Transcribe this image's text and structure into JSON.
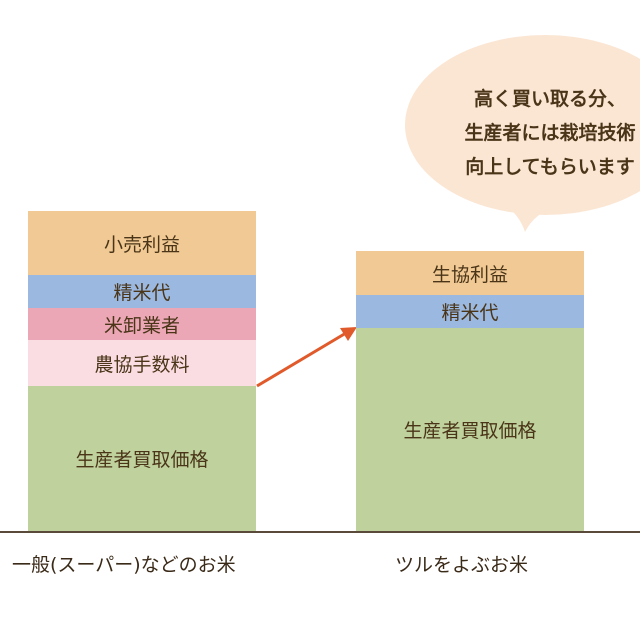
{
  "colors": {
    "retail": "#f0c994",
    "polishing": "#9ab8e0",
    "wholesaler": "#eca7b6",
    "ja_fee": "#fadde3",
    "producer": "#bfd19c",
    "arrow": "#e05a2b",
    "bubble": "#fbe6d4"
  },
  "bubble": {
    "lines": [
      "高く買い取る分、",
      "生産者には栽培技術",
      "向上してもらいます"
    ]
  },
  "left_bar": {
    "label": "一般(スーパー)などのお米",
    "segments": [
      "小売利益",
      "精米代",
      "米卸業者",
      "農協手数料",
      "生産者買取価格"
    ]
  },
  "right_bar": {
    "label": "ツルをよぶお米",
    "segments": [
      "生協利益",
      "精米代",
      "生産者買取価格"
    ]
  }
}
